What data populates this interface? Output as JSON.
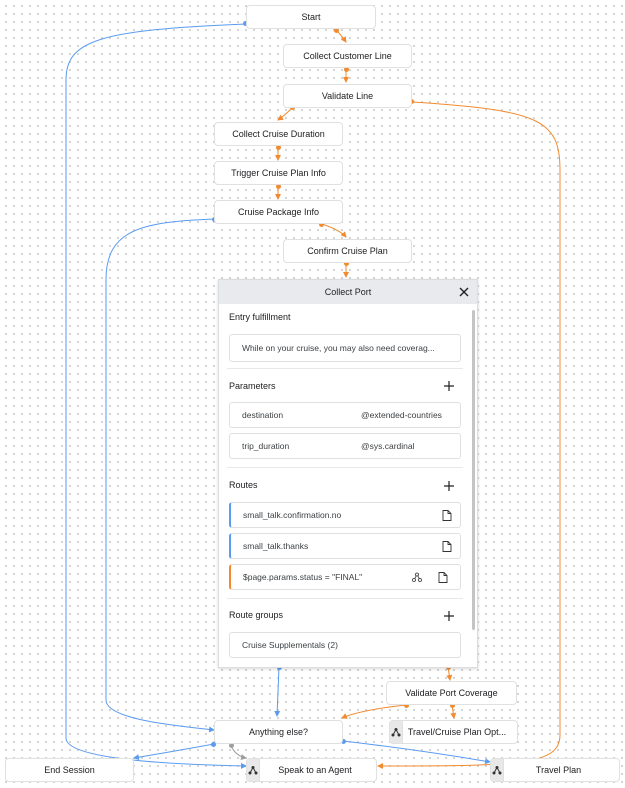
{
  "nodes": {
    "start": "Start",
    "collect_customer_line": "Collect Customer Line",
    "validate_line": "Validate Line",
    "collect_cruise_duration": "Collect Cruise Duration",
    "trigger_cruise_plan_info": "Trigger Cruise Plan Info",
    "cruise_package_info": "Cruise Package Info",
    "confirm_cruise_plan": "Confirm Cruise Plan",
    "validate_port_coverage": "Validate Port Coverage",
    "anything_else": "Anything else?",
    "travel_cruise_plan_opt": "Travel/Cruise Plan Opt...",
    "end_session": "End Session",
    "speak_to_agent": "Speak to an Agent",
    "travel_plan": "Travel Plan"
  },
  "panel": {
    "title": "Collect Port",
    "entry_fulfillment": {
      "title": "Entry fulfillment",
      "text": "While on your cruise, you may also need coverag..."
    },
    "parameters": {
      "title": "Parameters",
      "items": [
        {
          "name": "destination",
          "type": "@extended-countries"
        },
        {
          "name": "trip_duration",
          "type": "@sys.cardinal"
        }
      ]
    },
    "routes": {
      "title": "Routes",
      "items": [
        {
          "label": "small_talk.confirmation.no"
        },
        {
          "label": "small_talk.thanks"
        },
        {
          "label": "$page.params.status = \"FINAL\""
        }
      ]
    },
    "route_groups": {
      "title": "Route groups",
      "items": [
        {
          "label": "Cruise Supplementals (2)"
        }
      ]
    }
  },
  "colors": {
    "orange_edge": "#f28b30",
    "blue_edge": "#5b9bf0",
    "header_bg": "#e8eaed"
  }
}
